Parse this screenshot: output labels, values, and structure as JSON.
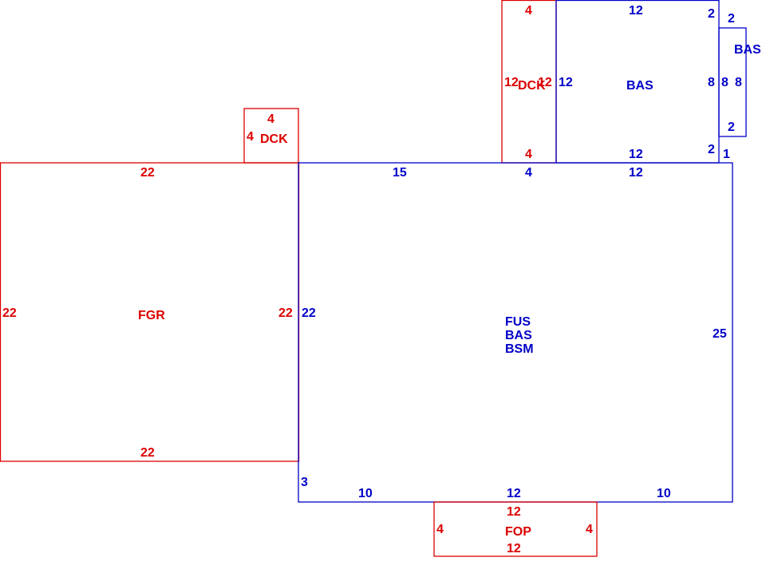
{
  "colors": {
    "red": "#dc0000",
    "blue": "#0000c8"
  },
  "areas": {
    "fgr": {
      "label": "FGR",
      "top": "22",
      "bottom": "22",
      "left": "22",
      "right": "22"
    },
    "dck_small": {
      "label": "DCK",
      "top": "4",
      "left": "4"
    },
    "dck_tall": {
      "label": "DCK",
      "top": "4",
      "bottom": "4",
      "left": "12",
      "right": "12"
    },
    "bas_upper": {
      "label": "BAS",
      "top": "12",
      "bottom": "12",
      "left": "12",
      "right": "8",
      "corner_tr": "2",
      "corner_br": "2"
    },
    "bas_bump": {
      "label": "BAS",
      "top": "2",
      "bottom": "2",
      "left": "8",
      "right": "8",
      "corner": "1"
    },
    "main": {
      "labels": [
        "FUS",
        "BAS",
        "BSM"
      ],
      "top_seg1": "15",
      "top_seg2": "4",
      "top_seg3": "12",
      "left": "22",
      "right": "25",
      "left_short": "3",
      "bottom_seg1": "10",
      "bottom_seg2": "12",
      "bottom_seg3": "10"
    },
    "fop": {
      "label": "FOP",
      "top": "12",
      "bottom": "12",
      "left": "4",
      "right": "4"
    }
  }
}
